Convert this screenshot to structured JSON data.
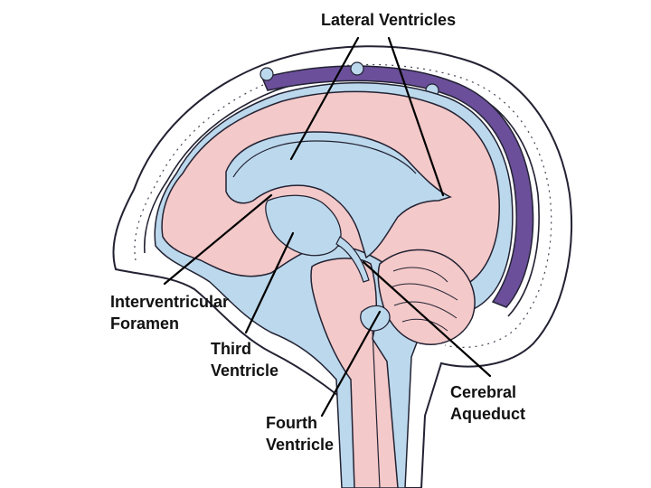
{
  "labels": {
    "lateral_ventricles": "Lateral Ventricles",
    "interventricular_foramen": [
      "Interventricular",
      "Foramen"
    ],
    "third_ventricle": [
      "Third",
      "Ventricle"
    ],
    "fourth_ventricle": [
      "Fourth",
      "Ventricle"
    ],
    "cerebral_aqueduct": [
      "Cerebral",
      "Aqueduct"
    ]
  },
  "colors": {
    "brain_tissue": "#f4c9c9",
    "csf": "#bcd8ec",
    "venous_sinus": "#6b4f9a",
    "outline": "#223",
    "skull_fill": "#ffffff"
  }
}
